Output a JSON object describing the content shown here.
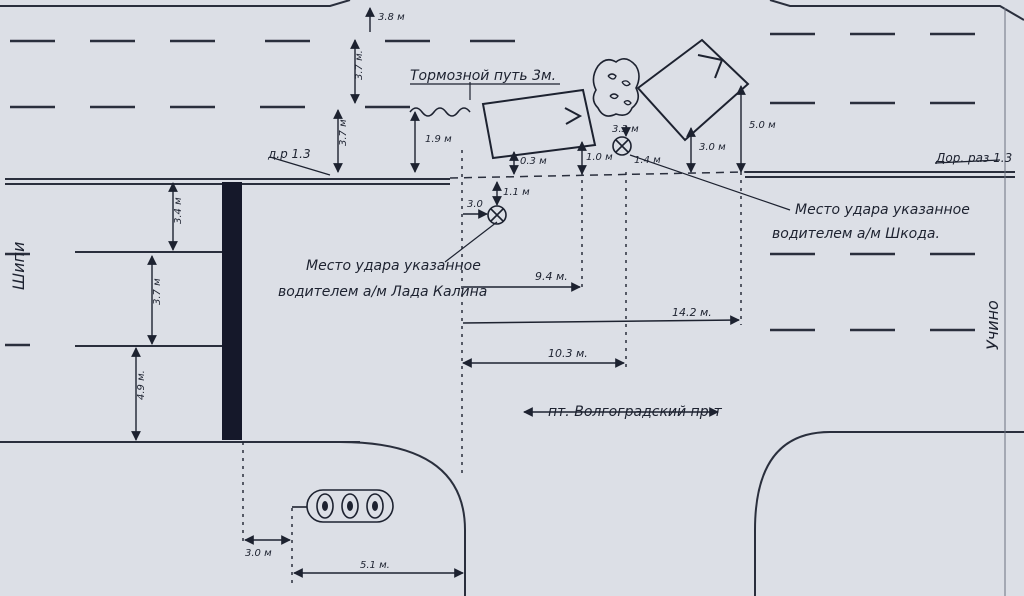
{
  "colors": {
    "paper": "#dcdfe6",
    "ink": "#1d2230",
    "road_line": "#2a2f3d"
  },
  "labels": {
    "brake_path": "Тормозной путь 3м.",
    "impact_lada": [
      "Место удара указанное",
      "водителем а/м Лада Калина"
    ],
    "impact_skoda": [
      "Место удара указанное",
      "водителем а/м Шкода."
    ],
    "street_main": "пт. Волгоградский пр-т",
    "street_left": "Шипи",
    "street_right": "Учино",
    "marking_left": "д.р 1.3",
    "marking_right": "Дор. раз 1.3",
    "traffic_light": "traffic-light-icon"
  },
  "dimensions": {
    "top_lane": "3.8 м",
    "lane_mid": "3.7 м.",
    "lane_low": "3.7 м",
    "car_rear_to_edge": "1.9 м",
    "lada_to_edge": "0.3 м",
    "lada_front_to_edge": "1.0 м",
    "skoda_impact_up": "3.3 м",
    "skoda_impact_side": "1.4 м",
    "skoda_side": "3.0 м",
    "skoda_far": "5.0 м",
    "impact_offset_v": "1.1 м",
    "impact_offset_h": "3.0",
    "dist_94": "9.4 м.",
    "dist_142": "14.2 м.",
    "dist_103": "10.3 м.",
    "left_34": "3.4 м",
    "left_37": "3.7 м",
    "left_49": "4.9 м.",
    "bottom_30": "3.0 м",
    "bottom_51": "5.1 м."
  }
}
